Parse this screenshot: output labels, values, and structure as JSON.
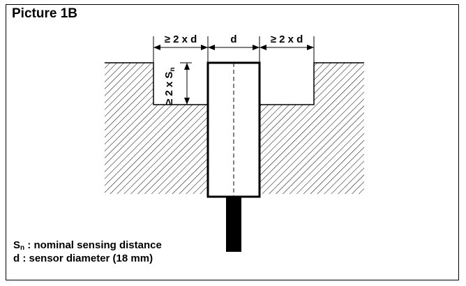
{
  "title": "Picture 1B",
  "dimension_labels": {
    "left_gap": "≥ 2 x d",
    "diameter": "d",
    "right_gap": "≥ 2 x d",
    "depth_prefix": "≥ 2 x S",
    "depth_sub": "n"
  },
  "legend": {
    "sn_symbol": "S",
    "sn_sub": "n",
    "sn_text": " : nominal sensing distance",
    "d_text": "d : sensor diameter (18 mm)"
  }
}
